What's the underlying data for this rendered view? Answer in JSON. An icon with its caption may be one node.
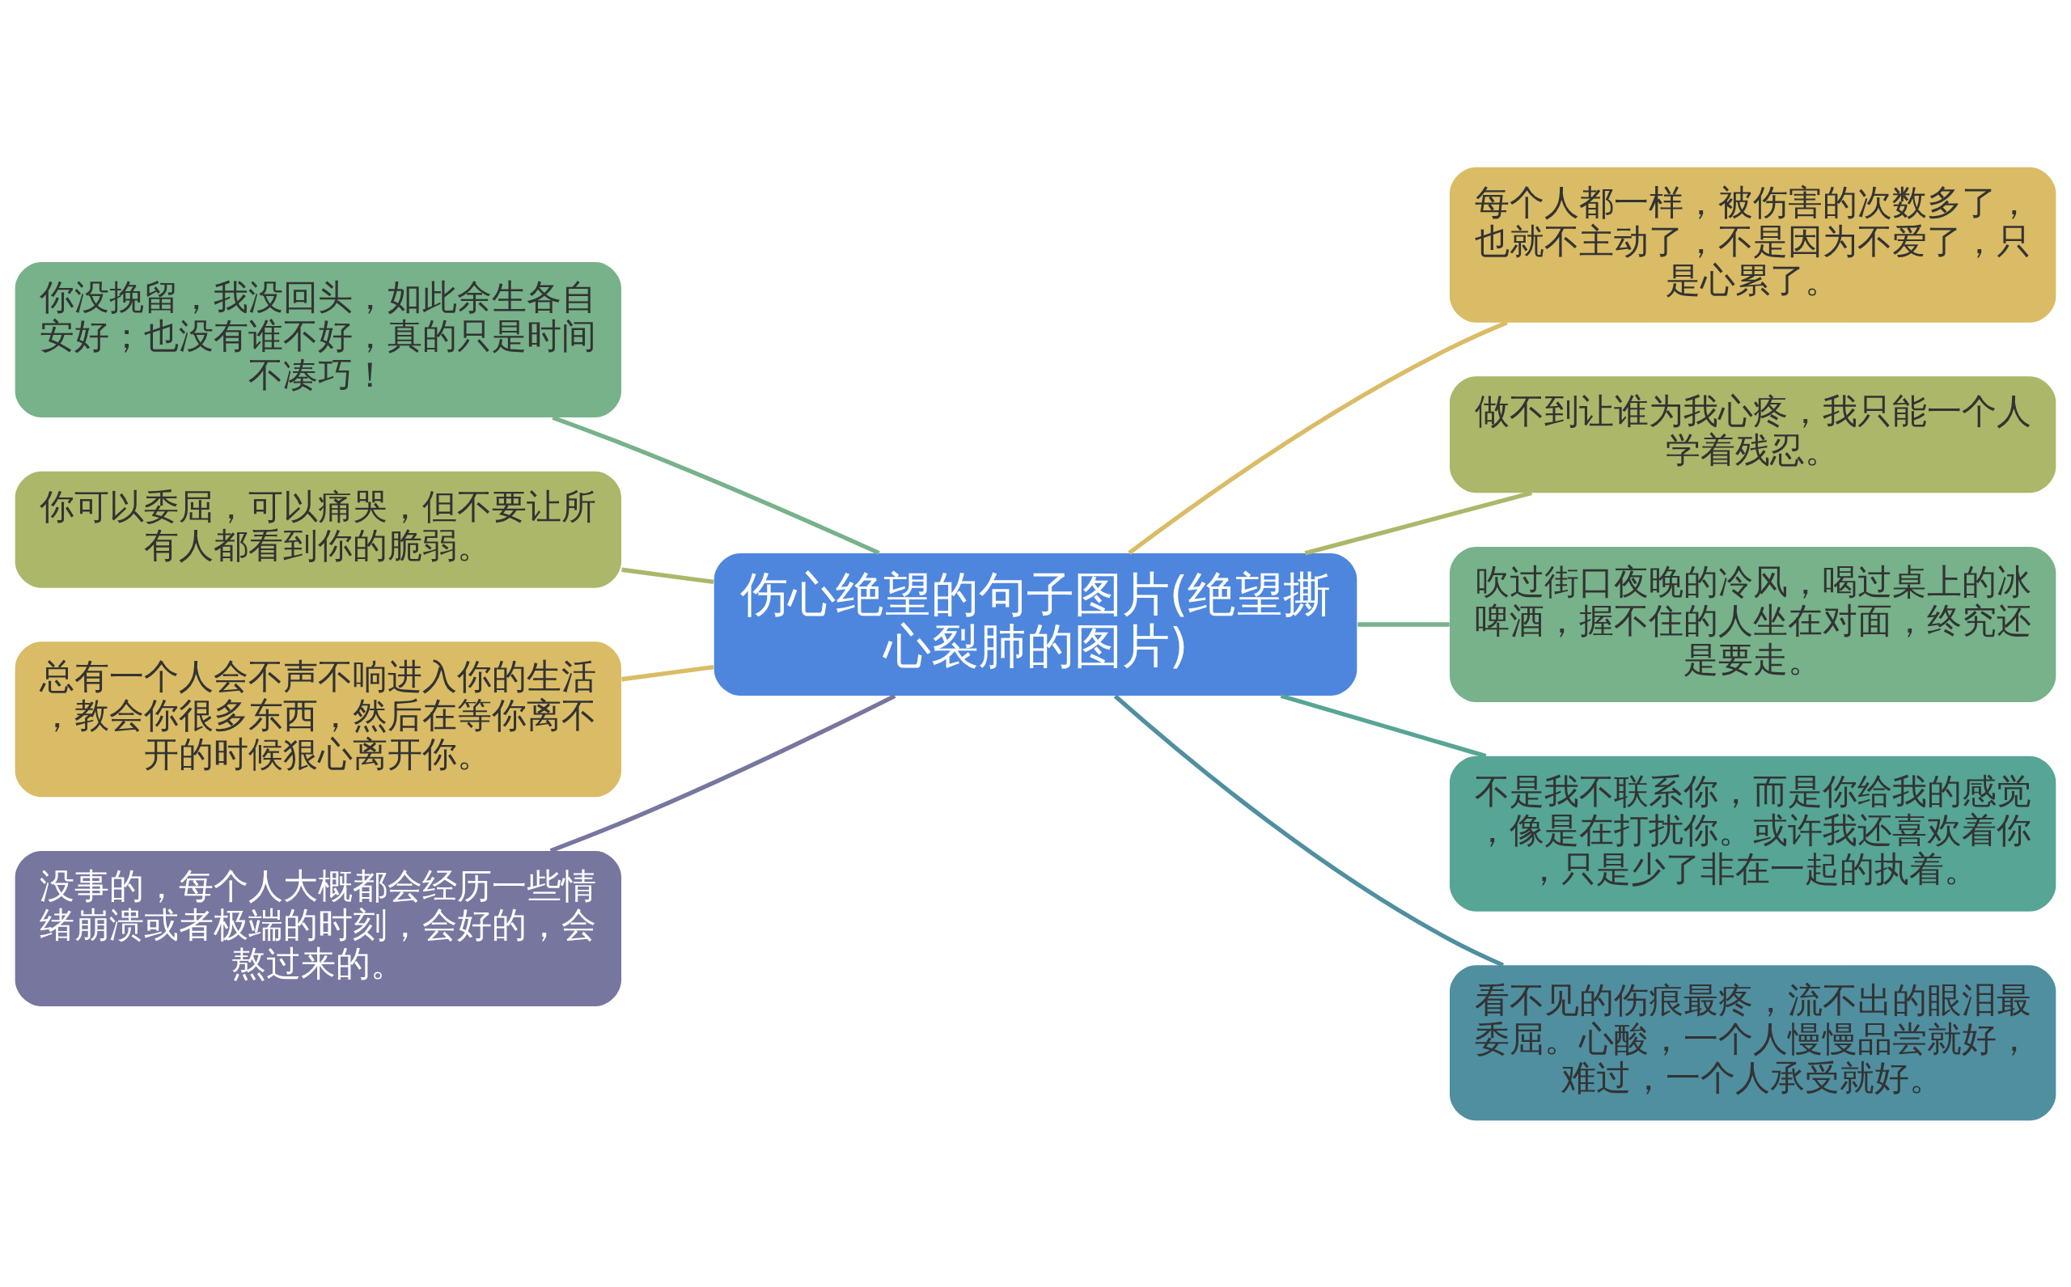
{
  "diagram": {
    "nodes": [
      {
        "text": [
          "伤心绝望的句子图片(绝望撕心裂肺的图片)"
        ]
      },
      {
        "text": [
          "你没挽留，我没回头，如此余生各自安好；也没有谁不好，真的只是时间不凑巧！"
        ]
      },
      {
        "text": [
          "你可以委屈，可以痛哭，但不要让所有人都看到你的脆弱。"
        ]
      },
      {
        "text": [
          "总有一个人会不声不响进入你的生活，教会你很多东西，然后在等你离不开的时候狠心离开你。"
        ]
      },
      {
        "text": [
          "没事的，每个人大概都会经历一些情绪崩溃或者极端的时刻，会好的，会熬过来的。"
        ]
      },
      {
        "text": [
          "每个人都一样，被伤害的次数多了，也就不主动了，不是因为不爱了，只是心累了。"
        ]
      },
      {
        "text": [
          "做不到让谁为我心疼，我只能一个人学着残忍。"
        ]
      },
      {
        "text": [
          "吹过街口夜晚的冷风，喝过桌上的冰啤酒，握不住的人坐在对面，终究还是要走。"
        ]
      },
      {
        "text": [
          "不是我不联系你，而是你给我的感觉，像是在打扰你。或许我还喜欢着你，只是少了非在一起的执着。"
        ]
      },
      {
        "text": [
          "看不见的伤痕最疼，流不出的眼泪最委屈。心酸，一个人慢慢品尝就好，难过，一个人承受就好。"
        ]
      }
    ],
    "edges": [
      {
        "from": 0,
        "to": 1,
        "arrow": "none",
        "color": "#77b28a"
      },
      {
        "from": 0,
        "to": 2,
        "arrow": "none",
        "color": "#adb76a"
      },
      {
        "from": 0,
        "to": 3,
        "arrow": "none",
        "color": "#d9bc65"
      },
      {
        "from": 0,
        "to": 4,
        "arrow": "none",
        "color": "#77769f"
      },
      {
        "from": 0,
        "to": 5,
        "arrow": "none",
        "color": "#d9bc65"
      },
      {
        "from": 0,
        "to": 6,
        "arrow": "none",
        "color": "#adb76a"
      },
      {
        "from": 0,
        "to": 7,
        "arrow": "none",
        "color": "#77b28a"
      },
      {
        "from": 0,
        "to": 8,
        "arrow": "none",
        "color": "#56a595"
      },
      {
        "from": 0,
        "to": 9,
        "arrow": "none",
        "color": "#4f8fa0"
      }
    ]
  }
}
